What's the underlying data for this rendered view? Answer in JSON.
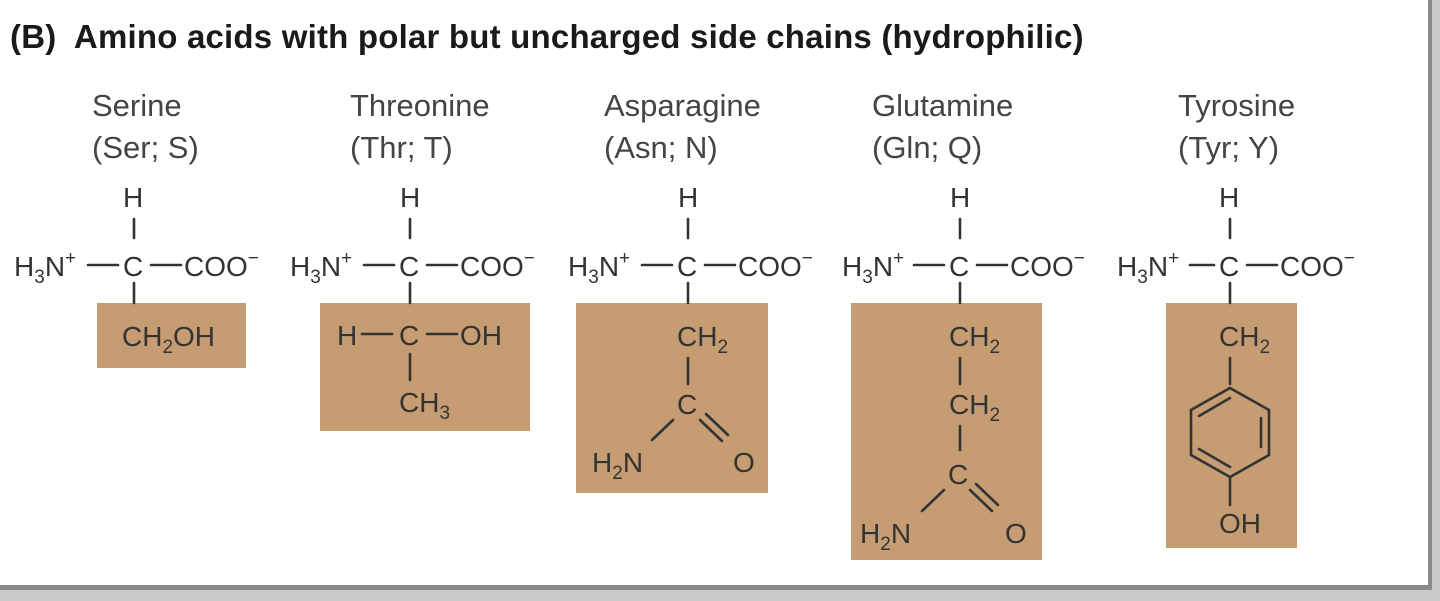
{
  "title": "(B)  Amino acids with polar but uncharged side chains (hydrophilic)",
  "colors": {
    "side_chain_box": "#c69c72",
    "text": "#333333",
    "background": "#ffffff"
  },
  "amino_acids": [
    {
      "name": "Serine",
      "code": "(Ser; S)",
      "side_chain": "CH2OH"
    },
    {
      "name": "Threonine",
      "code": "(Thr; T)",
      "side_chain": "H-C-OH / CH3"
    },
    {
      "name": "Asparagine",
      "code": "(Asn; N)",
      "side_chain": "CH2-C(=O)NH2"
    },
    {
      "name": "Glutamine",
      "code": "(Gln; Q)",
      "side_chain": "CH2-CH2-C(=O)NH2"
    },
    {
      "name": "Tyrosine",
      "code": "(Tyr; Y)",
      "side_chain": "CH2-C6H4-OH"
    }
  ],
  "backbone": {
    "amine": "H3N+",
    "alpha_carbon": "C",
    "alpha_hydrogen": "H",
    "carboxylate": "COO-"
  }
}
